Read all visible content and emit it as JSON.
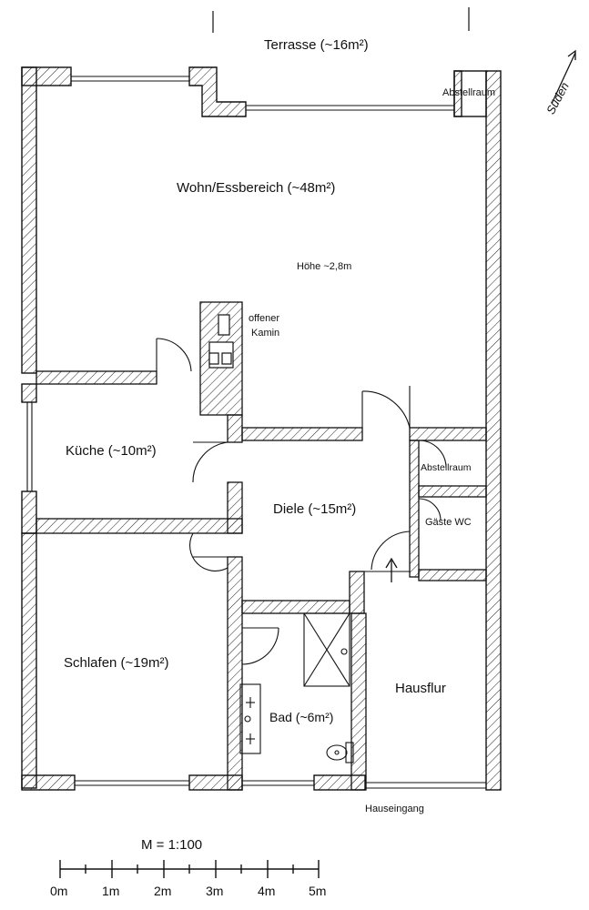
{
  "rooms": {
    "terrace": "Terrasse (~16m²)",
    "storage_top": "Abstellraum",
    "living": "Wohn/Essbereich (~48m²)",
    "height": "Höhe ~2,8m",
    "fireplace_line1": "offener",
    "fireplace_line2": "Kamin",
    "kitchen": "Küche (~10m²)",
    "hall": "Diele (~15m²)",
    "storage_mid": "Abstellraum",
    "guest_wc": "Gäste WC",
    "bedroom": "Schlafen (~19m²)",
    "bath": "Bad (~6m²)",
    "entrance_hall": "Hausflur",
    "entrance": "Hauseingang"
  },
  "compass": {
    "label": "Süden"
  },
  "scale": {
    "title": "M = 1:100",
    "ticks": [
      "0m",
      "1m",
      "2m",
      "3m",
      "4m",
      "5m"
    ]
  },
  "colors": {
    "ink": "#111111",
    "background": "#ffffff"
  }
}
